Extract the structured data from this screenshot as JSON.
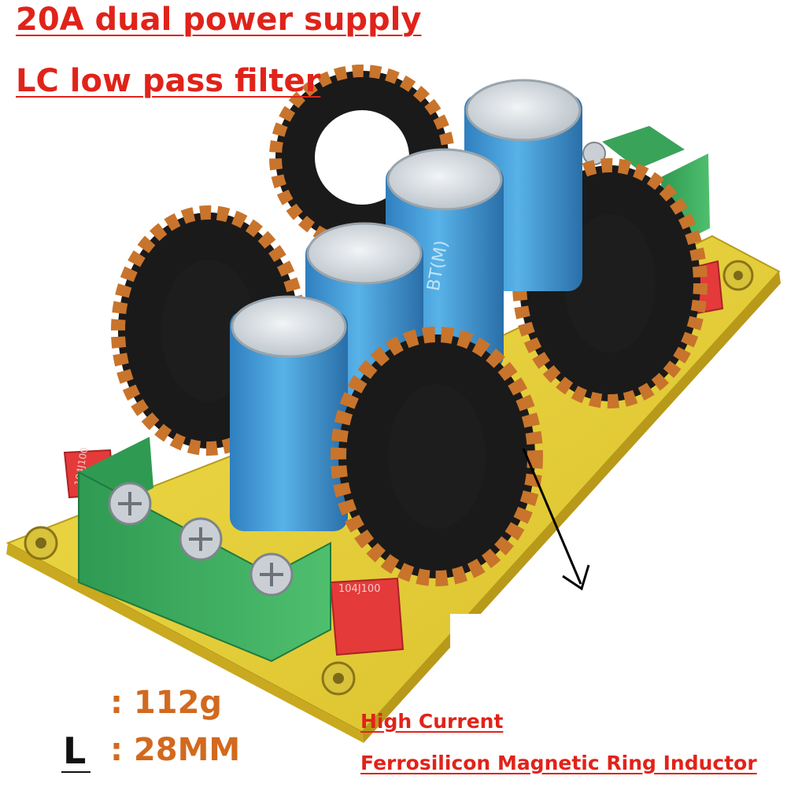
{
  "headline": {
    "line1": "20A dual power supply",
    "line2": "LC low pass filter"
  },
  "specs": {
    "weight": ": 112g",
    "length_symbol": "L",
    "length": ": 28MM"
  },
  "annotation": {
    "line1": "High Current",
    "line2": "Ferrosilicon Magnetic Ring Inductor"
  },
  "component_markings": {
    "capacitor_brand": "BT(M)",
    "small_cap_left": "104J100",
    "small_cap_right": "104J100"
  },
  "colors": {
    "title_red": "#e0231a",
    "spec_orange": "#d2691e",
    "pcb_yellow": "#e9d23a",
    "copper": "#c8742c",
    "capacitor_blue": "#3a8fcf",
    "terminal_green": "#3aa35a",
    "red_cap": "#e43a3a"
  }
}
